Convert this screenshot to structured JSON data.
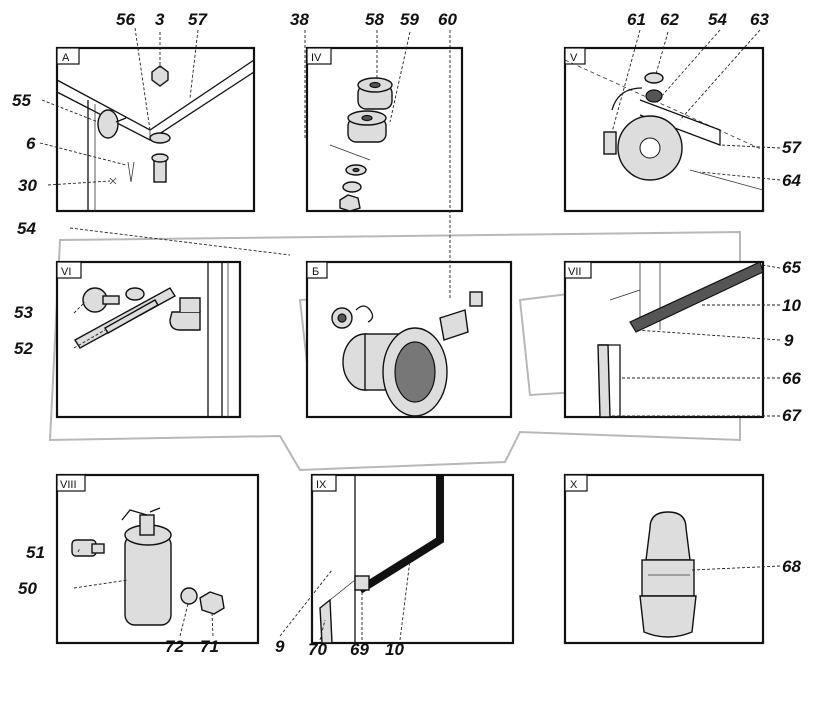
{
  "panels": [
    {
      "id": "A",
      "label": "A"
    },
    {
      "id": "IV",
      "label": "IV"
    },
    {
      "id": "V",
      "label": "V"
    },
    {
      "id": "VI",
      "label": "VI"
    },
    {
      "id": "B",
      "label": "Б"
    },
    {
      "id": "VII",
      "label": "VII"
    },
    {
      "id": "VIII",
      "label": "VIII"
    },
    {
      "id": "IX",
      "label": "IX"
    },
    {
      "id": "X",
      "label": "X"
    }
  ],
  "callouts": {
    "c56": "56",
    "c3": "3",
    "c57a": "57",
    "c38": "38",
    "c58": "58",
    "c59": "59",
    "c60": "60",
    "c61": "61",
    "c62": "62",
    "c54a": "54",
    "c63": "63",
    "c55": "55",
    "c6": "6",
    "c30": "30",
    "c57b": "57",
    "c64": "64",
    "c54b": "54",
    "c53": "53",
    "c52": "52",
    "c65": "65",
    "c10a": "10",
    "c9a": "9",
    "c66": "66",
    "c67": "67",
    "c51": "51",
    "c50": "50",
    "c72": "72",
    "c71": "71",
    "c9b": "9",
    "c70": "70",
    "c69": "69",
    "c10b": "10",
    "c68": "68"
  }
}
